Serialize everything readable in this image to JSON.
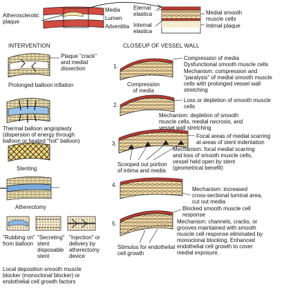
{
  "top": {
    "left_label": "Atherosclerotic\nplaque",
    "layers": [
      "Media",
      "Lumen",
      "Adventitia"
    ],
    "eternal_elastica": "Eternal\nelastica",
    "internal_elastica": "Internal\nelastica",
    "smooth_muscle": "Medial smooth\nmuscle cells",
    "intimal_plaque": "Intimal plaque"
  },
  "headings": {
    "intervention": "INTERVENTION",
    "closeup": "CLOSEUP OF VESSEL WALL"
  },
  "left": {
    "plaque_crack": "Plaque \"crack\"\nand medial\ndissection",
    "balloon": "Prolonged balloon inflation",
    "thermal": "Thermal balloon angioplasty\n(dispersion of energy through\nballoon or heated \"hot\" balloon)",
    "stenting": "Stenting",
    "atherectomy": "Atherectomy",
    "rubbing": "\"Rubbing on\"\nfrom balloon",
    "secreting": "\"Secreting\"\nstent\ndisposable\nstent",
    "injection": "\"Injection\" or\ndelivery by\natherectomy\ndevice",
    "local": "Local deposition smooth muscle\nblocker (monoclonal blocker) or\nendothelial cell growth factors"
  },
  "right": {
    "items": [
      {
        "num": "1.",
        "top_label": "Compression of media",
        "label2": "Dysfunctional smooth muscle cells",
        "img_label": "Compression\nof media",
        "mechanism": "Mechanism: compression and\n\"paralysis\" of medial smooth muscle\ncells with prolonged vessel wall\nstretching"
      },
      {
        "num": "2.",
        "top_label": "Loss or depletion of smooth muscle\ncells",
        "mechanism": "Mechanism: depletion of smooth\nmuscle cells, medial necrosis, and\nvessel wall stretching"
      },
      {
        "num": "3.",
        "top_label": "Focal areas of medial scarring\nat areas of stent indentation",
        "mechanism": "Mechanism: focal medial scarring\nand loss of smooth muscle cells,\nvessel held open by stent\n(geometrical benefit)",
        "scoop": "Scooped out portion\nof intima and media"
      },
      {
        "num": "4.",
        "mechanism": "Mechanism: increased\ncross-sectional luminal area,\ncut out media"
      },
      {
        "num": "5.",
        "top_label": "Blocked smooth muscle cell\nresponse",
        "mechanism": "Mechanism: channels, cracks, or\ngrooves maintained with smooth\nmuscle cell response eliminated by\nmonoclonal blocking. Enhanced\nendothelial cell growth to cover\nmedial exposure.",
        "stimulus": "Stimulus for endothelial\ncell growth"
      }
    ]
  },
  "colors": {
    "media": "#c0392b",
    "plaque": "#f1e0a0",
    "wall": "#e6a5a0",
    "balloon": "#8fb8e6",
    "outline": "#111111"
  }
}
